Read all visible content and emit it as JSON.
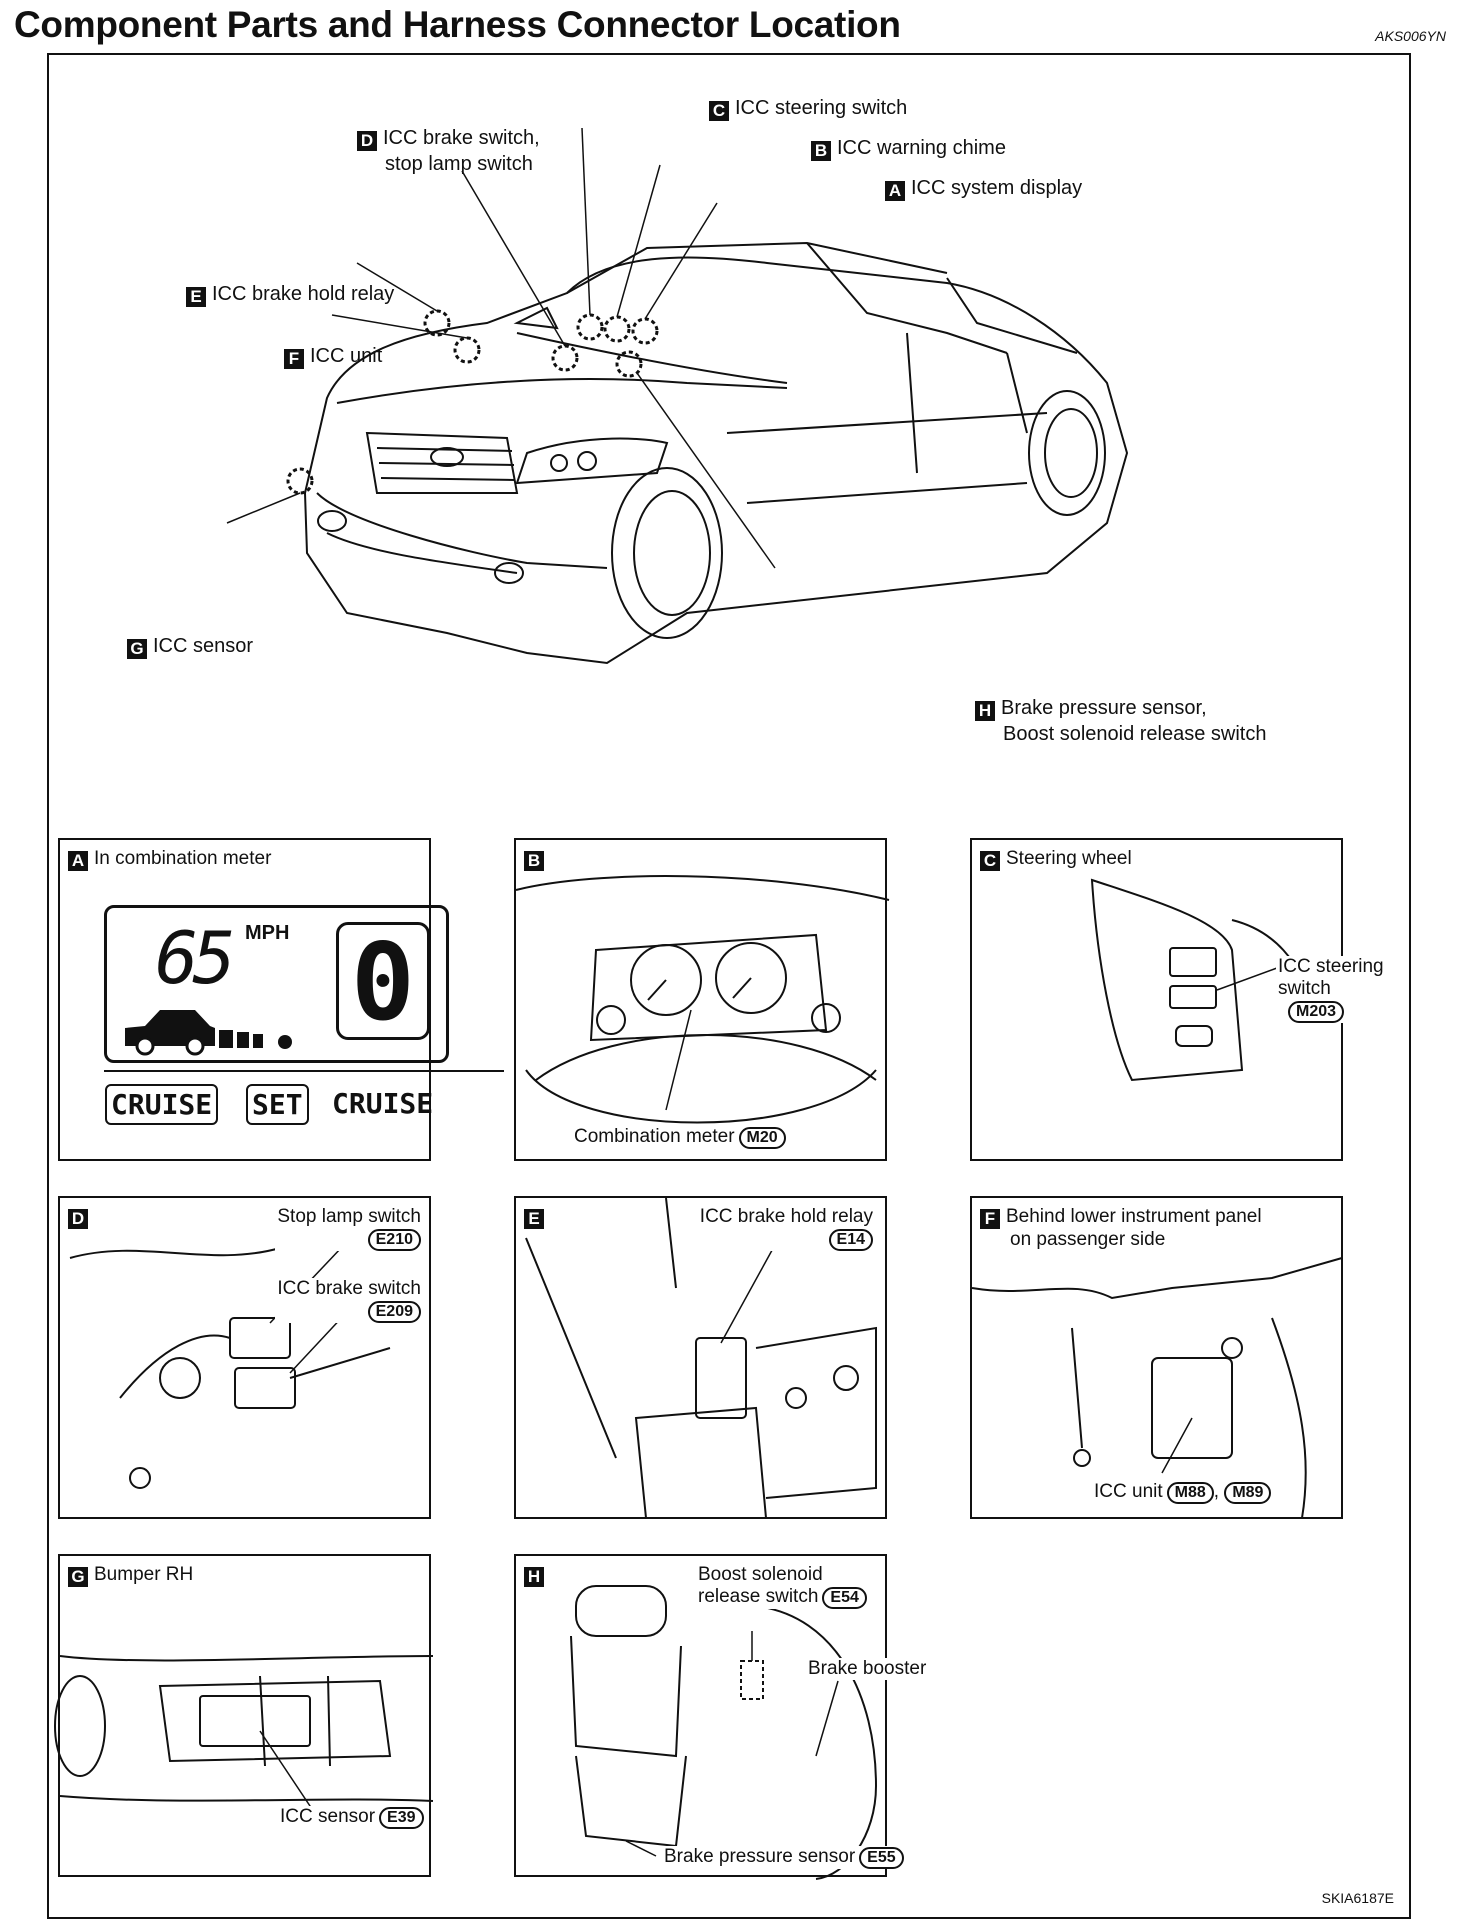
{
  "header": {
    "title": "Component Parts and Harness Connector Location",
    "doc_id": "AKS006YN"
  },
  "footer": {
    "figure_id": "SKIA6187E"
  },
  "callouts": [
    {
      "letter": "C",
      "line1": "ICC steering switch",
      "line2": ""
    },
    {
      "letter": "D",
      "line1": "ICC brake switch,",
      "line2": "stop lamp switch"
    },
    {
      "letter": "B",
      "line1": "ICC warning chime",
      "line2": ""
    },
    {
      "letter": "A",
      "line1": "ICC system display",
      "line2": ""
    },
    {
      "letter": "E",
      "line1": "ICC brake hold relay",
      "line2": ""
    },
    {
      "letter": "F",
      "line1": "ICC unit",
      "line2": ""
    },
    {
      "letter": "G",
      "line1": "ICC sensor",
      "line2": ""
    },
    {
      "letter": "H",
      "line1": "Brake pressure sensor,",
      "line2": "Boost solenoid release switch"
    }
  ],
  "panels": {
    "A": {
      "letter": "A",
      "title": "In combination meter",
      "speed": "65",
      "speed_unit": "MPH",
      "gear": "0",
      "buttons": [
        "CRUISE",
        "SET",
        "CRUISE"
      ]
    },
    "B": {
      "letter": "B",
      "label": "Combination meter",
      "connector": "M20"
    },
    "C": {
      "letter": "C",
      "title": "Steering wheel",
      "label1": "ICC steering",
      "label2": "switch",
      "connector": "M203"
    },
    "D": {
      "letter": "D",
      "label1": "Stop lamp switch",
      "connector1": "E210",
      "label2": "ICC brake switch",
      "connector2": "E209"
    },
    "E": {
      "letter": "E",
      "label": "ICC brake hold relay",
      "connector": "E14"
    },
    "F": {
      "letter": "F",
      "title1": "Behind lower instrument panel",
      "title2": "on passenger side",
      "label": "ICC unit",
      "connector1": "M88",
      "connector2": "M89"
    },
    "G": {
      "letter": "G",
      "title": "Bumper RH",
      "label": "ICC sensor",
      "connector": "E39"
    },
    "H": {
      "letter": "H",
      "label1a": "Boost solenoid",
      "label1b": "release switch",
      "connector1": "E54",
      "label2": "Brake booster",
      "label3": "Brake pressure sensor",
      "connector3": "E55"
    }
  }
}
